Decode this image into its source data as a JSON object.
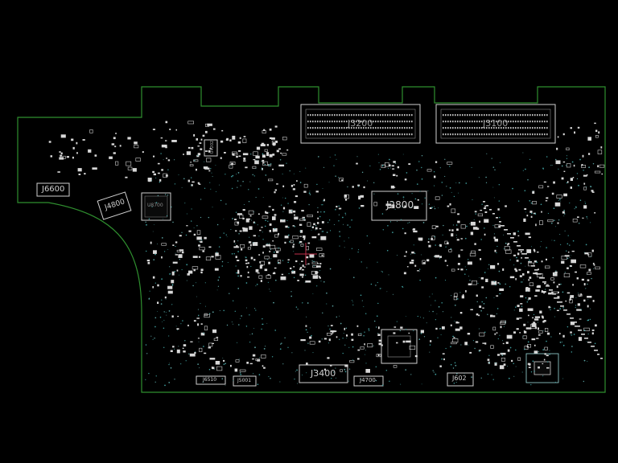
{
  "viewer": {
    "colors": {
      "background": "#000000",
      "outline": "#2f8f2f",
      "silkscreen": "#d8d8d8",
      "via": "#4fb0b0",
      "cursor": "#c0304a"
    }
  },
  "connectors": {
    "j3200": "J3200",
    "j3100": "J3100",
    "j2800": "J2800",
    "j3400": "J3400",
    "j6600": "J6600",
    "j4800": "J4800",
    "j4700": "J4700",
    "j602": "J602",
    "j5001": "J5001",
    "u8700": "U8700",
    "u4202": "U4202",
    "j6510": "J6510"
  }
}
